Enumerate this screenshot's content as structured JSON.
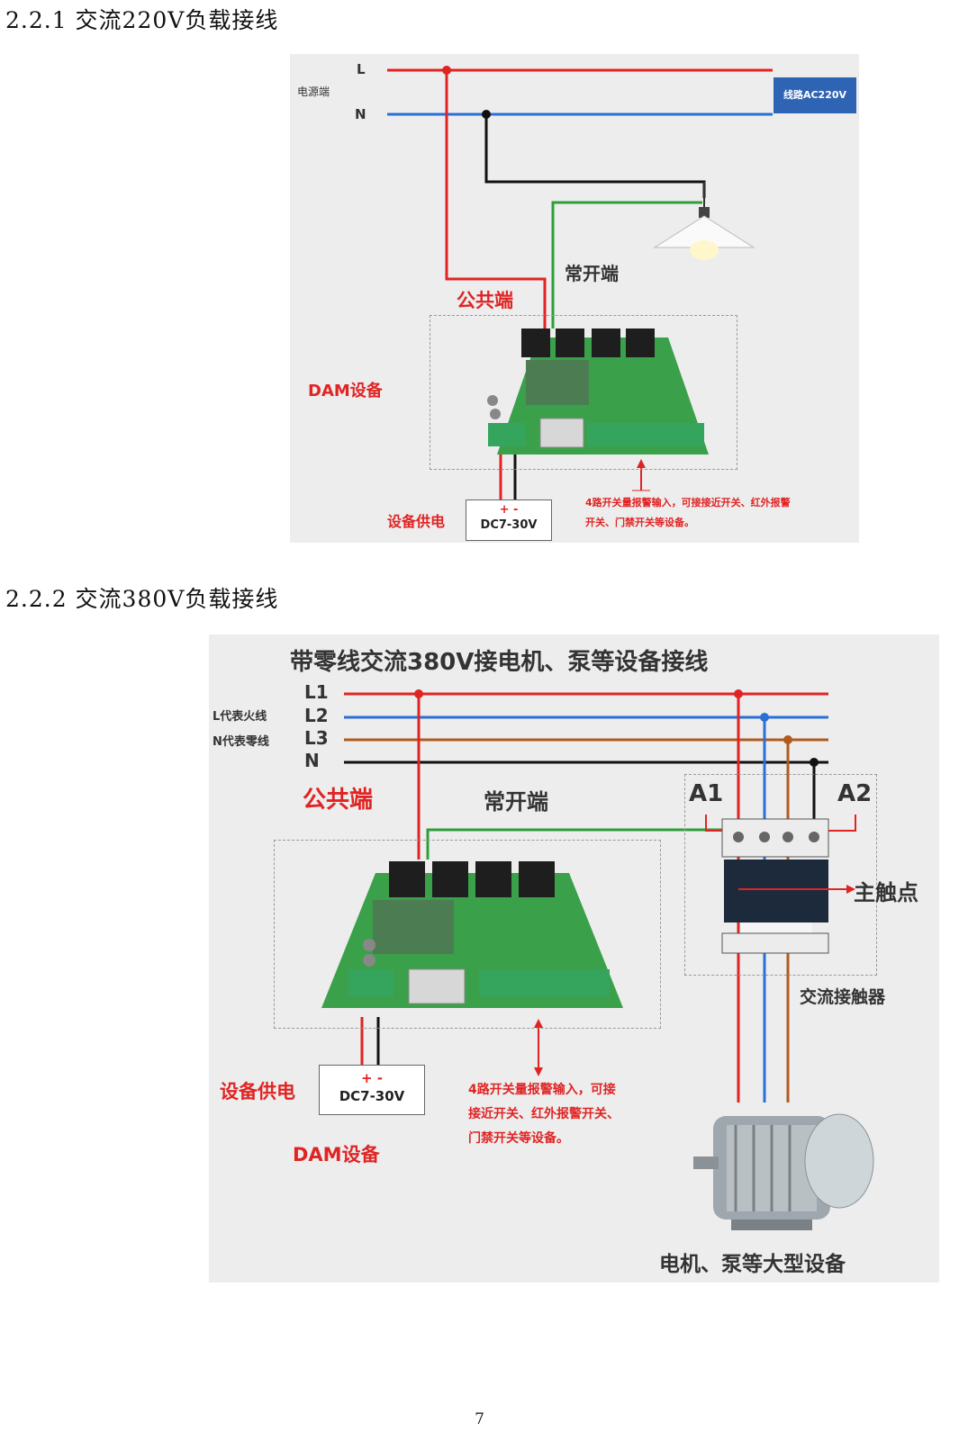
{
  "section1": {
    "heading": "2.2.1 交流220V负载接线",
    "labels": {
      "L": "L",
      "N": "N",
      "power_side": "电源端",
      "line_badge": "线路AC220V",
      "normally_open": "常开端",
      "common": "公共端",
      "device": "DAM设备",
      "supply": "设备供电",
      "plus_minus": "+ -",
      "voltage": "DC7-30V",
      "note_line1": "4路开关量报警输入，可接接近开关、红外报警",
      "note_line2": "开关、门禁开关等设备。"
    }
  },
  "section2": {
    "heading": "2.2.2 交流380V负载接线",
    "labels": {
      "title": "带零线交流380V接电机、泵等设备接线",
      "L1": "L1",
      "L2": "L2",
      "L3": "L3",
      "N": "N",
      "l_desc": "L代表火线",
      "n_desc": "N代表零线",
      "common": "公共端",
      "normally_open": "常开端",
      "A1": "A1",
      "A2": "A2",
      "main_contact": "主触点",
      "contactor": "交流接触器",
      "supply": "设备供电",
      "plus_minus": "+ -",
      "voltage": "DC7-30V",
      "device": "DAM设备",
      "note_line1": "4路开关量报警输入，可接",
      "note_line2": "接近开关、红外报警开关、",
      "note_line3": "门禁开关等设备。",
      "motor": "电机、泵等大型设备"
    }
  },
  "footer": {
    "page_number": "7"
  },
  "colors": {
    "live": "#e02424",
    "neutral_blue": "#2a6fd6",
    "brown": "#b05a1e",
    "black": "#111111",
    "green": "#2f9e3a",
    "pcb": "#3aa04a"
  }
}
